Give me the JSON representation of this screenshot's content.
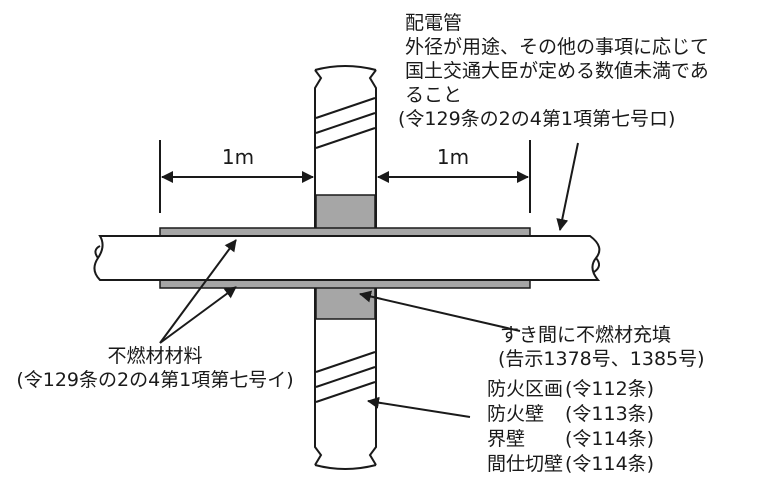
{
  "pipe_label": {
    "title": "配電管",
    "lines": [
      "外径が用途、その他の事項に応じて",
      "国土交通大臣が定める数値未満であ",
      "ること",
      "(令129条の2の4第1項第七号ロ)"
    ]
  },
  "dimensions": {
    "left": "1m",
    "right": "1m"
  },
  "gap_fill": {
    "title": "すき間に不燃材充填",
    "reference": "(告示1378号、1385号)"
  },
  "noncombustible": {
    "title": "不燃材材料",
    "reference": "(令129条の2の4第1項第七号イ)"
  },
  "walls": [
    {
      "name": "防火区画",
      "ref": "(令112条)"
    },
    {
      "name": "防火壁",
      "ref": "(令113条)"
    },
    {
      "name": "界壁",
      "ref": "(令114条)"
    },
    {
      "name": "間仕切壁",
      "ref": "(令114条)"
    }
  ],
  "colors": {
    "line": "#1a1a1a",
    "fill_gray": "#a6a6a6",
    "background": "#ffffff"
  }
}
